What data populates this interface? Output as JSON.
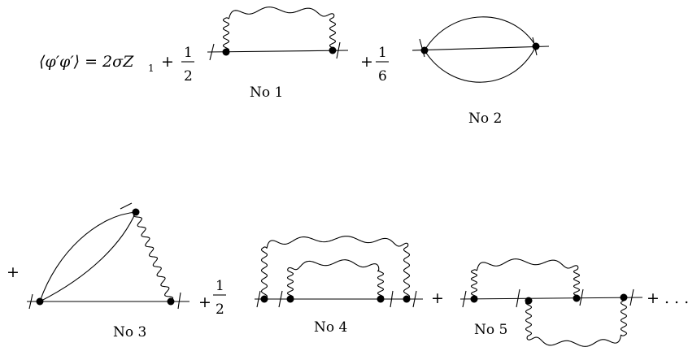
{
  "equation": {
    "lhs": "⟨φ′φ′⟩ = 2σZ",
    "lhs_sub": "1",
    "plus": "+",
    "frac1_num": "1",
    "frac1_den": "2",
    "plus2": "+",
    "frac2_num": "1",
    "frac2_den": "6",
    "plus3": "+",
    "plus4": "+",
    "frac3_num": "1",
    "frac3_den": "2",
    "plus5": "+",
    "tail": "+ . . ."
  },
  "diagrams": {
    "no1": "No 1",
    "no2": "No 2",
    "no3": "No 3",
    "no4": "No 4",
    "no5": "No 5"
  }
}
